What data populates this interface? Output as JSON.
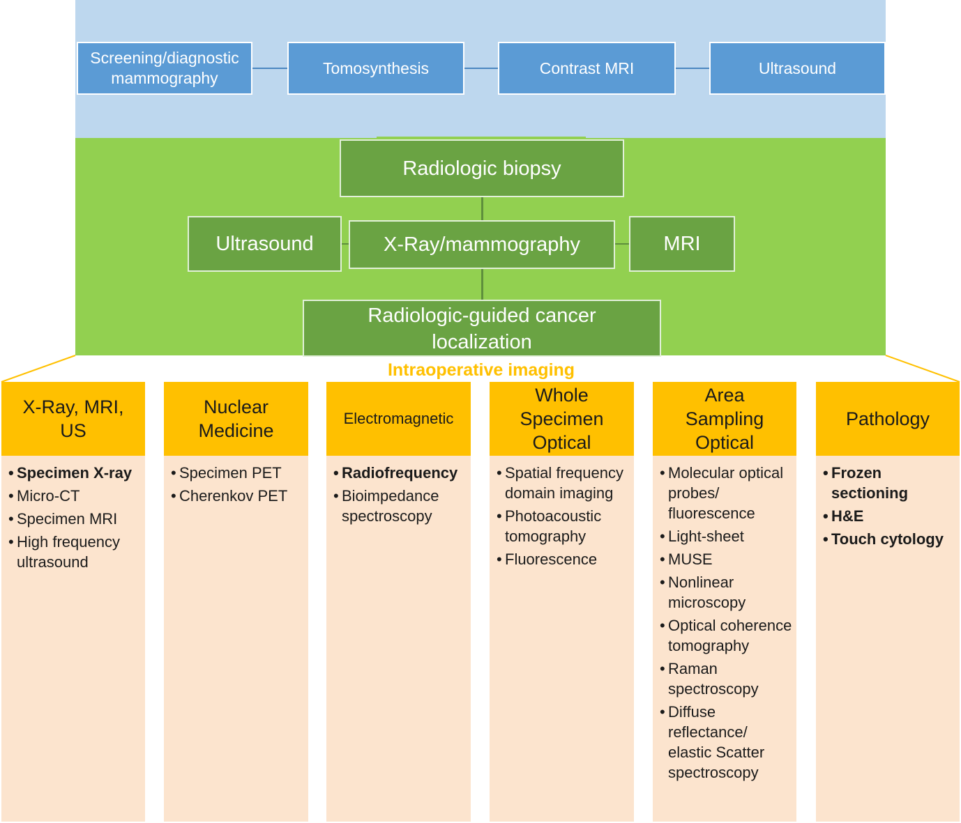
{
  "screening": {
    "boxes": [
      "Screening/diagnostic mammography",
      "Tomosynthesis",
      "Contrast MRI",
      "Ultrasound"
    ]
  },
  "radiologic": {
    "biopsy": "Radiologic biopsy",
    "ultrasound": "Ultrasound",
    "xray": "X-Ray/mammography",
    "mri": "MRI",
    "localization": "Radiologic-guided cancer localization"
  },
  "intraoperative": {
    "label": "Intraoperative imaging",
    "accent_color": "#ffc000"
  },
  "columns": [
    {
      "title": "X-Ray, MRI, US",
      "items": [
        {
          "text": "Specimen X-ray",
          "bold": true
        },
        {
          "text": "Micro-CT",
          "bold": false
        },
        {
          "text": "Specimen MRI",
          "bold": false
        },
        {
          "text": "High frequency ultrasound",
          "bold": false
        }
      ]
    },
    {
      "title": "Nuclear Medicine",
      "items": [
        {
          "text": "Specimen PET",
          "bold": false
        },
        {
          "text": "Cherenkov PET",
          "bold": false
        }
      ]
    },
    {
      "title": "Electromagnetic",
      "items": [
        {
          "text": "Radiofrequency",
          "bold": true
        },
        {
          "text": "Bioimpedance spectroscopy",
          "bold": false
        }
      ]
    },
    {
      "title": "Whole Specimen Optical",
      "items": [
        {
          "text": "Spatial frequency domain imaging",
          "bold": false
        },
        {
          "text": "Photoacoustic tomography",
          "bold": false
        },
        {
          "text": "Fluorescence",
          "bold": false
        }
      ]
    },
    {
      "title": "Area Sampling Optical",
      "items": [
        {
          "text": "Molecular optical probes/ fluorescence",
          "bold": false
        },
        {
          "text": "Light-sheet",
          "bold": false
        },
        {
          "text": "MUSE",
          "bold": false
        },
        {
          "text": "Nonlinear microscopy",
          "bold": false
        },
        {
          "text": "Optical coherence tomography",
          "bold": false
        },
        {
          "text": "Raman spectroscopy",
          "bold": false
        },
        {
          "text": "Diffuse reflectance/ elastic Scatter spectroscopy",
          "bold": false
        }
      ]
    },
    {
      "title": "Pathology",
      "items": [
        {
          "text": "Frozen sectioning",
          "bold": true
        },
        {
          "text": "H&E",
          "bold": true
        },
        {
          "text": "Touch cytology",
          "bold": true
        }
      ]
    }
  ],
  "colors": {
    "screening_band": "#bdd7ee",
    "screening_box": "#5b9bd5",
    "radiologic_band": "#92d050",
    "radiologic_box": "#6aa343",
    "column_header": "#ffc000",
    "column_body": "#fce4ce"
  }
}
